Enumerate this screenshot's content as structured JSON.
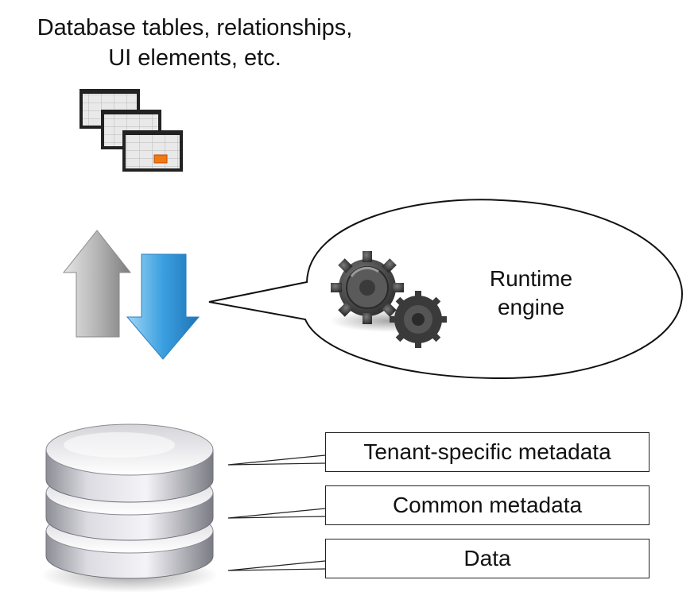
{
  "heading": {
    "line1": "Database tables, relationships,",
    "line2": "UI elements, etc."
  },
  "engine": {
    "line1": "Runtime",
    "line2": "engine",
    "icon": "gears-icon"
  },
  "metadata_boxes": [
    {
      "label": "Tenant-specific metadata"
    },
    {
      "label": "Common metadata"
    },
    {
      "label": "Data"
    }
  ],
  "icons": {
    "tables": "stacked-tables-icon",
    "up_arrow": "up-arrow-icon",
    "down_arrow": "down-arrow-icon",
    "database": "database-icon"
  },
  "colors": {
    "up_arrow": "#9a9a9a",
    "down_arrow": "#2f93d6",
    "highlight_cell": "#f07a10"
  }
}
